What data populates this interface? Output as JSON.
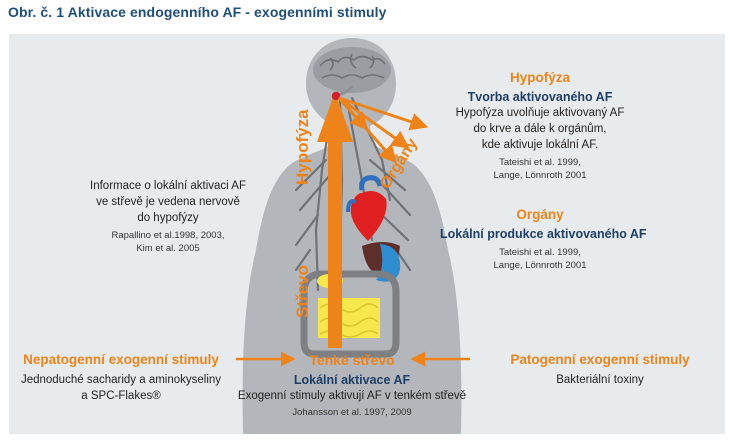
{
  "figure_title": "Obr. č. 1 Aktivace endogenního AF - exogenními stimuly",
  "body_labels": {
    "vertical_pituitary": "Hypofýza",
    "vertical_gut": "Střevo",
    "diagonal_organs": "Orgány"
  },
  "left_note": {
    "lines": [
      "Informace o lokální aktivaci AF",
      "ve střevě je vedena nervově",
      "do hypofýzy"
    ],
    "refs": [
      "Rapallino et al.1998, 2003,",
      "Kim et al. 2005"
    ]
  },
  "hypofyza_box": {
    "heading": "Hypofýza",
    "subheading": "Tvorba aktivovaného AF",
    "lines": [
      "Hypofýza uvolňuje aktivovaný AF",
      "do krve a dále k orgánům,",
      "kde aktivuje lokální AF."
    ],
    "refs": [
      "Tateishi  et al. 1999,",
      "Lange, Lönnroth 2001"
    ]
  },
  "organy_box": {
    "heading": "Orgány",
    "subheading": "Lokální produkce aktivovaného AF",
    "refs": [
      "Tateishi  et al. 1999,",
      "Lange, Lönnroth 2001"
    ]
  },
  "bottom": {
    "left_heading": "Nepatogenní exogenní stimuly",
    "left_lines": [
      "Jednoduché sacharidy a aminokyseliny",
      "a SPC-Flakes®"
    ],
    "center_heading": "Tenké střevo",
    "center_subheading": "Lokální aktivace AF",
    "center_line": "Exogenní stimuly aktivují AF v tenkém střevě",
    "center_ref": "Johansson et al. 1997, 2009",
    "right_heading": "Patogenní exogenní stimuly",
    "right_line": "Bakteriální toxiny"
  },
  "colors": {
    "title": "#1f4e79",
    "accent_orange": "#ee8419",
    "dark_blue": "#1f3f66",
    "panel_bg": "#e8ebee",
    "silhouette": "#b3b6ba"
  }
}
